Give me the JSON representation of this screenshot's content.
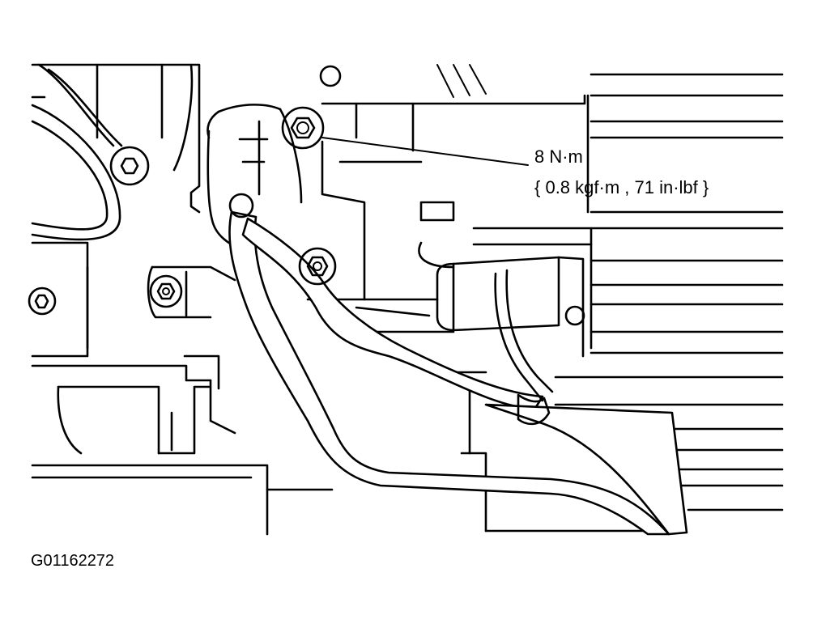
{
  "callout": {
    "torque_nm": "8 N·m",
    "torque_alt": "{ 0.8 kgf·m , 71 in·lbf }"
  },
  "figure_id": "G01162272"
}
